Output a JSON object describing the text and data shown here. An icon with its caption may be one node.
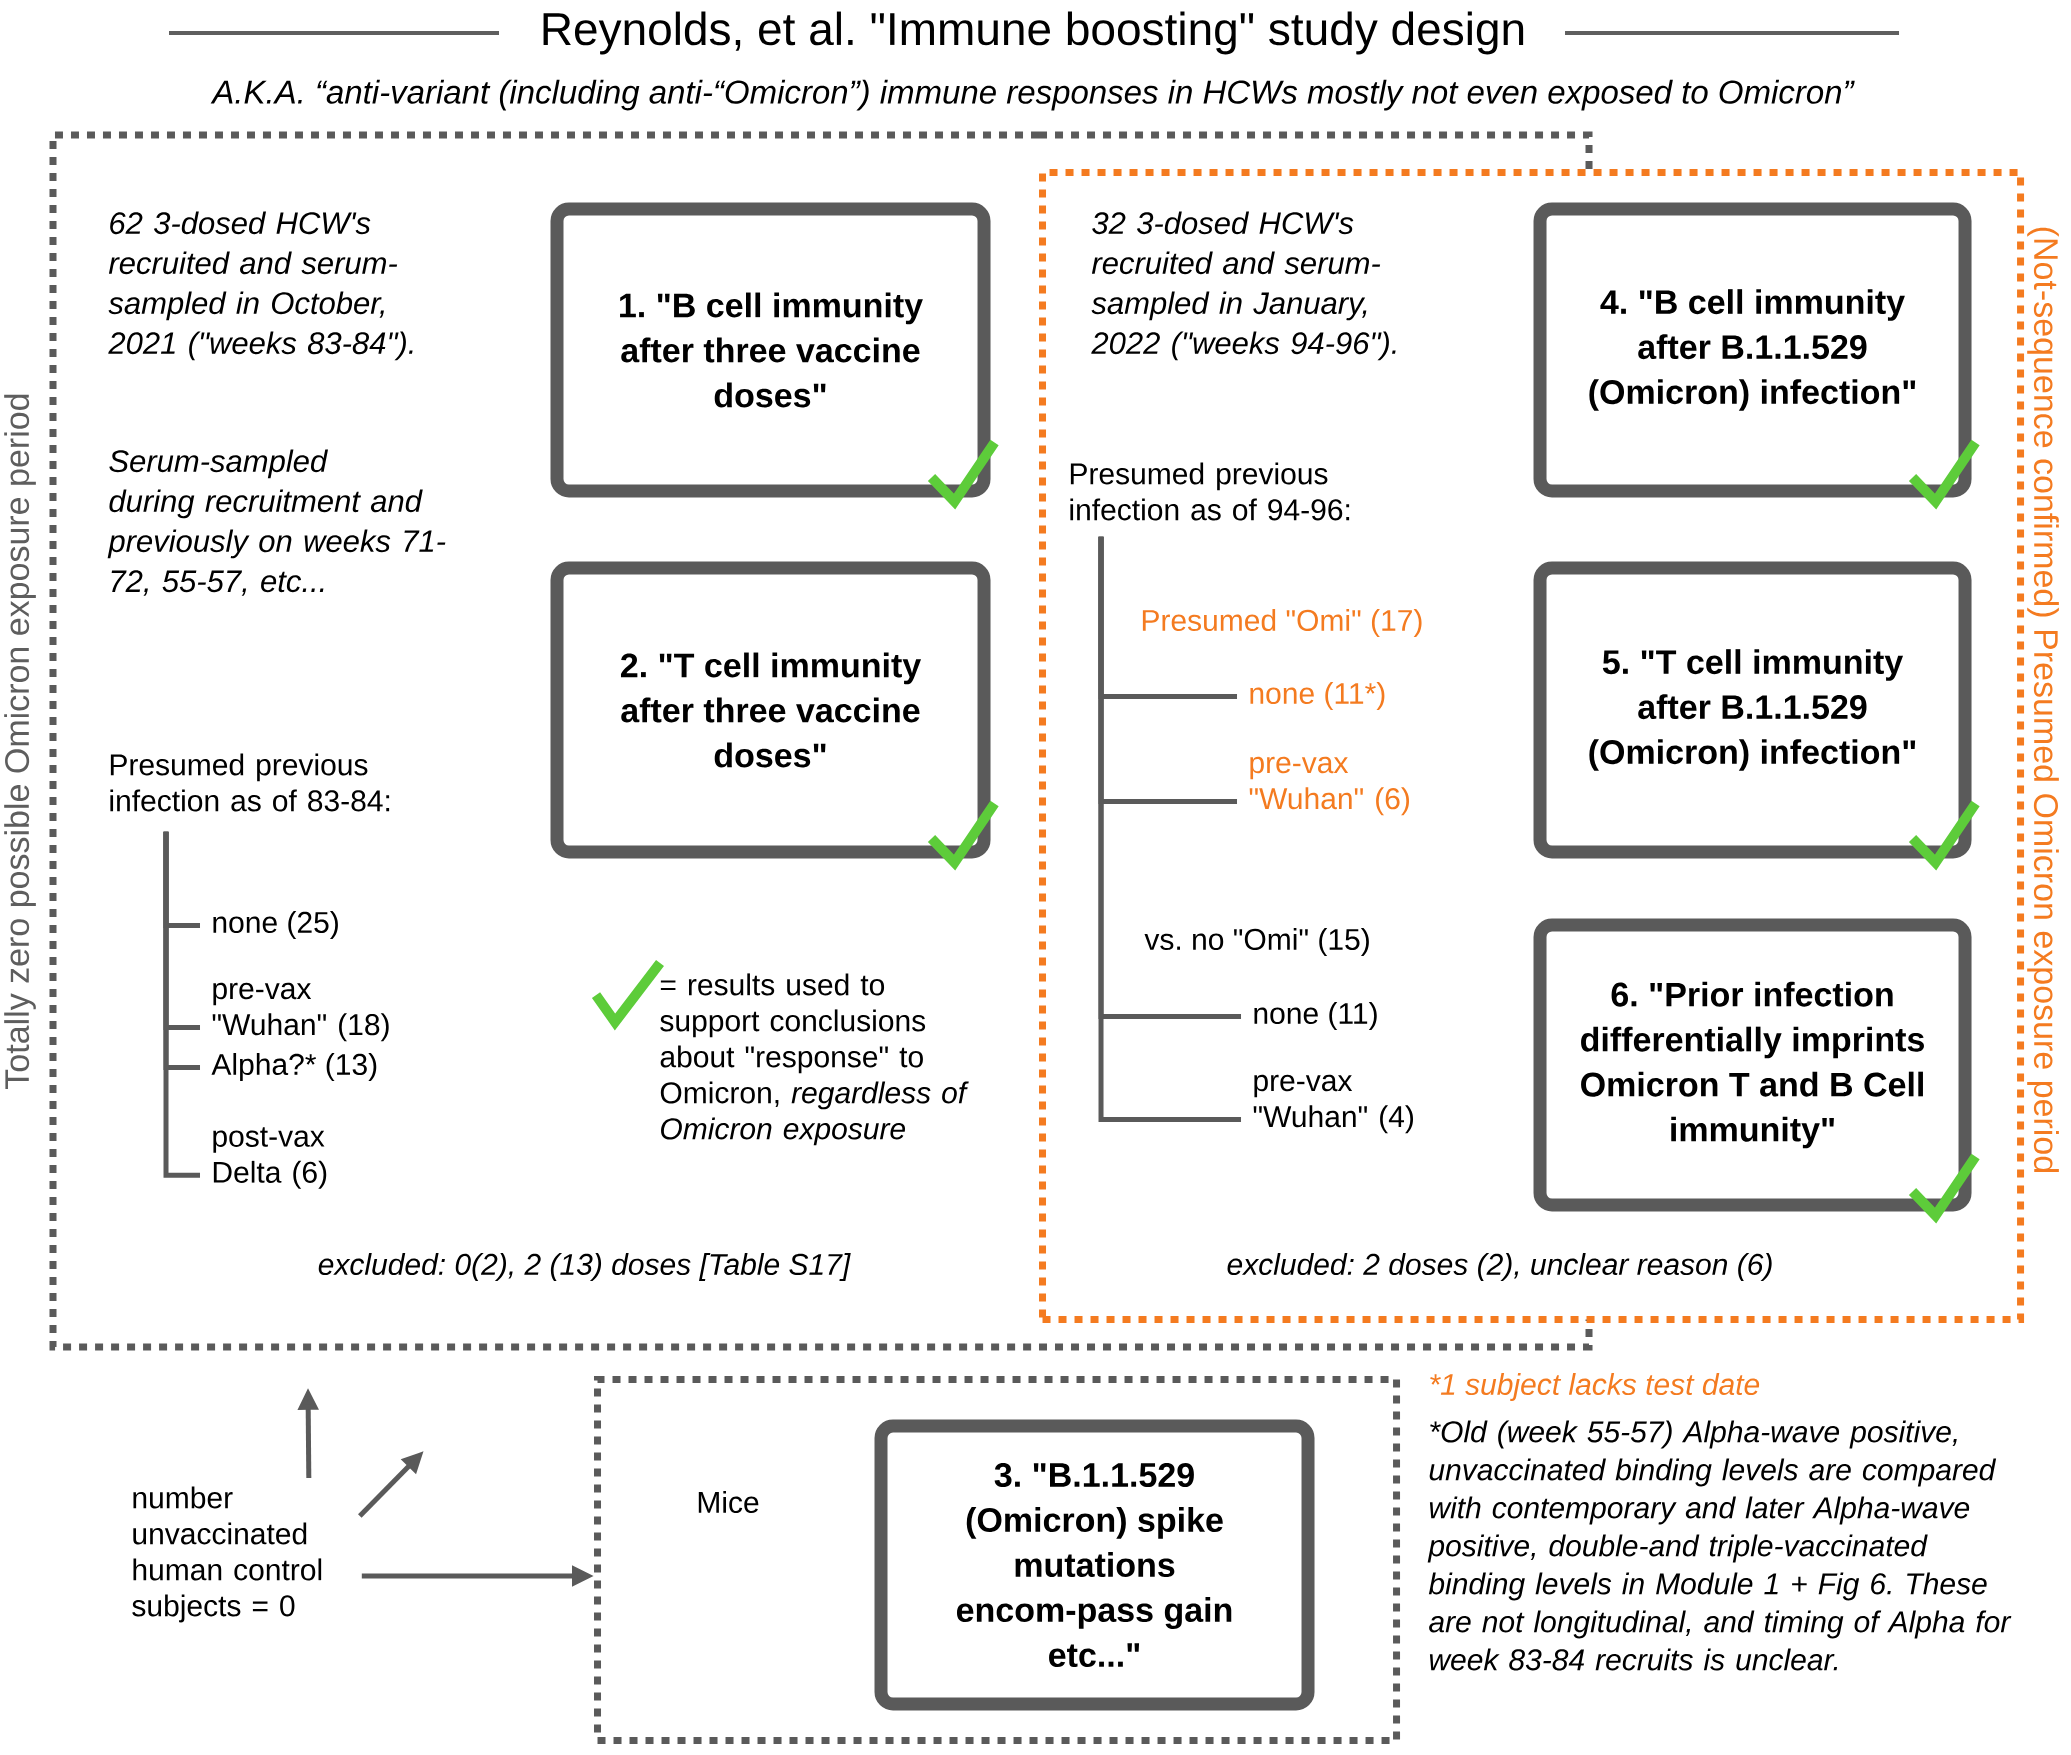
{
  "diagram": {
    "title": "Reynolds, et al. \"Immune boosting\" study design",
    "nodes": [
      {
        "text": [
          "Totally zero possible Omicron exposure period"
        ]
      },
      {
        "text": [
          "(Not-sequence confirmed) Presumed Omicron exposure period"
        ]
      },
      {
        "text": [
          "1. \"B cell immunity after three vaccine doses\""
        ],
        "in": 0
      },
      {
        "text": [
          "2. \"T cell immunity after three vaccine doses\""
        ],
        "in": 0
      },
      {
        "text": [
          "4. \"B cell immunity after B.1.1.529 (Omicron) infection\""
        ],
        "in": 1
      },
      {
        "text": [
          "5. \"T cell immunity after B.1.1.529 (Omicron) infection\""
        ],
        "in": 1
      },
      {
        "text": [
          "6. \"Prior infection differentially imprints Omicron T and B Cell immunity\""
        ],
        "in": 1
      },
      {
        "text": [
          "Mice"
        ]
      },
      {
        "text": [
          "3. \"B.1.1.529 (Omicron) spike mutations encom-pass gain etc...\""
        ],
        "in": 7
      },
      {
        "text": [
          "Presumed previous infection as of 83-84:"
        ],
        "in": 0
      },
      {
        "text": [
          "none (25)"
        ],
        "in": 0
      },
      {
        "text": [
          "pre-vax \"Wuhan\" (18)"
        ],
        "in": 0
      },
      {
        "text": [
          "Alpha?* (13)"
        ],
        "in": 0
      },
      {
        "text": [
          "post-vax Delta (6)"
        ],
        "in": 0
      },
      {
        "text": [
          "Presumed previous infection as of 94-96:"
        ],
        "in": 1
      },
      {
        "text": [
          "none (11*)"
        ],
        "in": 1
      },
      {
        "text": [
          "pre-vax \"Wuhan\" (6)"
        ],
        "in": 1
      },
      {
        "text": [
          "none (11)"
        ],
        "in": 1
      },
      {
        "text": [
          "pre-vax \"Wuhan\" (4)"
        ],
        "in": 1
      },
      {
        "text": [
          "number unvaccinated human control subjects = 0"
        ]
      }
    ],
    "edges": [
      {
        "from": 9,
        "to": 10,
        "arrow": "none"
      },
      {
        "from": 9,
        "to": 11,
        "arrow": "none"
      },
      {
        "from": 9,
        "to": 12,
        "arrow": "none"
      },
      {
        "from": 9,
        "to": 13,
        "arrow": "none"
      },
      {
        "from": 14,
        "to": 15,
        "arrow": "none"
      },
      {
        "from": 14,
        "to": 16,
        "arrow": "none"
      },
      {
        "from": 14,
        "to": 17,
        "arrow": "none"
      },
      {
        "from": 14,
        "to": 18,
        "arrow": "none"
      },
      {
        "from": 19,
        "to": 0,
        "arrow": "to"
      },
      {
        "from": 19,
        "to": null,
        "arrow": "to"
      },
      {
        "from": 19,
        "to": 7,
        "arrow": "to"
      }
    ],
    "labels": [
      "A.K.A. “anti-variant (including anti-“Omicron”) immune responses in HCWs mostly not even exposed to Omicron”",
      "62 3-dosed HCW's recruited and serum-sampled in October, 2021 (\"weeks 83-84\").",
      "Serum-sampled during recruitment and previously on weeks 71-72, 55-57, etc...",
      "32 3-dosed HCW's recruited and serum-sampled in January, 2022 (\"weeks 94-96\").",
      "Presumed \"Omi\" (17)",
      "vs. no \"Omi\" (15)",
      "excluded: 0(2), 2 (13) doses [Table S17]",
      "excluded: 2 doses (2), unclear reason (6)",
      "*1 subject lacks test date",
      "*Old (week 55-57) Alpha-wave positive, unvaccinated binding levels are compared with contemporary and later Alpha-wave positive, double-and triple-vaccinated binding levels in Module 1 + Fig 6. These are not longitudinal, and timing of Alpha for week 83-84 recruits is unclear."
    ],
    "legend": [
      {
        "text": "= results used to support conclusions about \"response\" to Omicron, *regardless of Omicron exposure*"
      }
    ]
  }
}
